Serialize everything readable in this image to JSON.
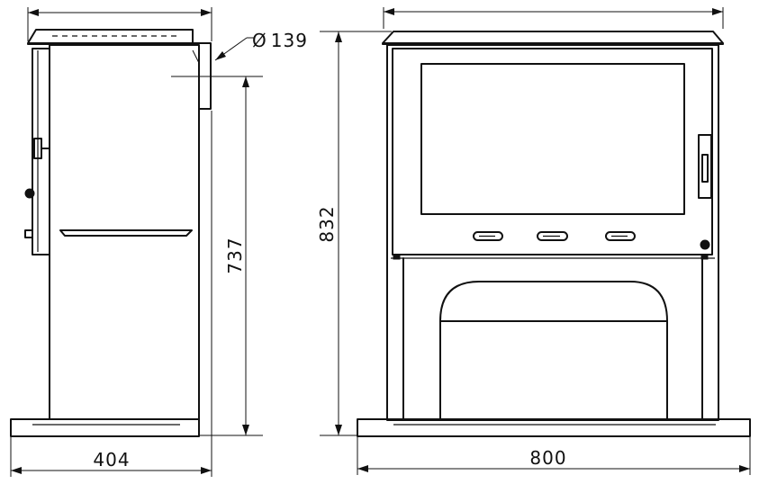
{
  "dimensions": {
    "depth": "404",
    "width": "800",
    "height_total": "832",
    "flue_height": "737",
    "flue_diameter_symbol": "Ø",
    "flue_diameter": "139"
  }
}
